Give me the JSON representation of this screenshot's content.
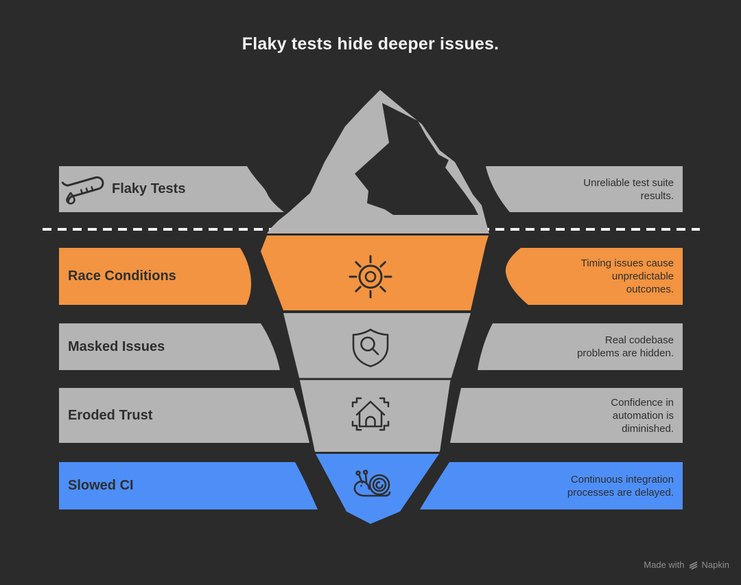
{
  "title": "Flaky tests hide deeper issues.",
  "colors": {
    "background": "#2b2b2b",
    "band_gray": "#b4b4b4",
    "band_orange": "#f29441",
    "band_blue": "#4e8ff7",
    "text_dark": "#2e2e2e",
    "title_text": "#f2f2f2",
    "waterline": "#f5f5f5",
    "footer_text": "#8f8f8f"
  },
  "waterline": {
    "style": "dashed",
    "meaning": "surface line between visible and hidden issues"
  },
  "rows": [
    {
      "label": "Flaky Tests",
      "description": "Unreliable test suite\nresults.",
      "icon": "test-tube-icon",
      "band_color": "#b4b4b4",
      "position": "above-water"
    },
    {
      "label": "Race Conditions",
      "description": "Timing issues cause\nunpredictable\noutcomes.",
      "icon": "sun-icon",
      "band_color": "#f29441",
      "position": "below-water"
    },
    {
      "label": "Masked Issues",
      "description": "Real codebase\nproblems are hidden.",
      "icon": "shield-search-icon",
      "band_color": "#b4b4b4",
      "position": "below-water"
    },
    {
      "label": "Eroded Trust",
      "description": "Confidence in\nautomation is\ndiminished.",
      "icon": "house-scan-icon",
      "band_color": "#b4b4b4",
      "position": "below-water"
    },
    {
      "label": "Slowed CI",
      "description": "Continuous integration\nprocesses are delayed.",
      "icon": "snail-icon",
      "band_color": "#4e8ff7",
      "position": "below-water"
    }
  ],
  "footer": {
    "made_with": "Made with",
    "brand": "Napkin",
    "logo": "napkin-logo-icon"
  }
}
